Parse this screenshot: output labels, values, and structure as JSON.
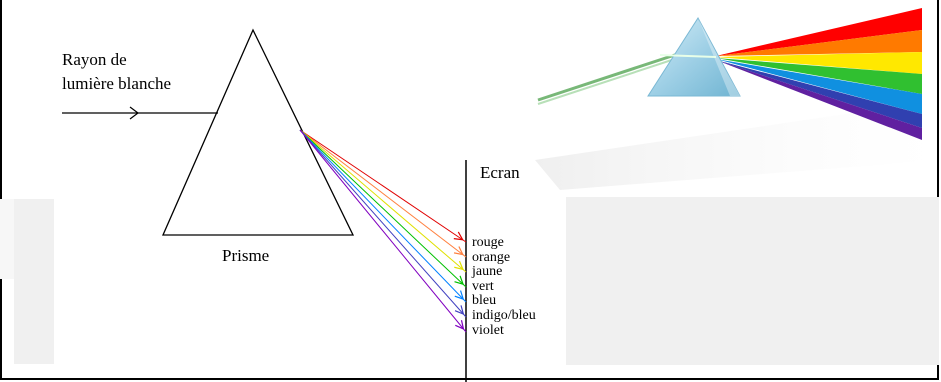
{
  "labels": {
    "light_ray_line1": "Rayon de",
    "light_ray_line2": "lumière blanche",
    "prism": "Prisme",
    "screen": "Ecran"
  },
  "spectrum": [
    {
      "name": "rouge",
      "color": "#e00000"
    },
    {
      "name": "orange",
      "color": "#ff8040"
    },
    {
      "name": "jaune",
      "color": "#e0e000"
    },
    {
      "name": "vert",
      "color": "#00c000"
    },
    {
      "name": "bleu",
      "color": "#0080ff"
    },
    {
      "name": "indigo/bleu",
      "color": "#4040c0"
    },
    {
      "name": "violet",
      "color": "#8000c0"
    }
  ]
}
